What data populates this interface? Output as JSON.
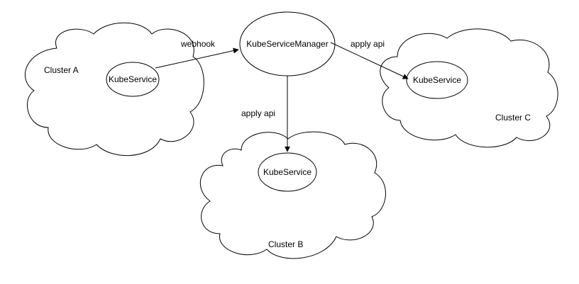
{
  "clusters": {
    "a": {
      "label": "Cluster  A",
      "service_label": "KubeService"
    },
    "b": {
      "label": "Cluster  B",
      "service_label": "KubeService"
    },
    "c": {
      "label": "Cluster  C",
      "service_label": "KubeService"
    }
  },
  "manager": {
    "label": "KubeServiceManager"
  },
  "edges": {
    "a_to_manager": {
      "label": "webhook"
    },
    "manager_to_b": {
      "label": "apply api"
    },
    "manager_to_c": {
      "label": "apply api"
    }
  },
  "colors": {
    "stroke": "#000000",
    "fill": "#ffffff"
  }
}
